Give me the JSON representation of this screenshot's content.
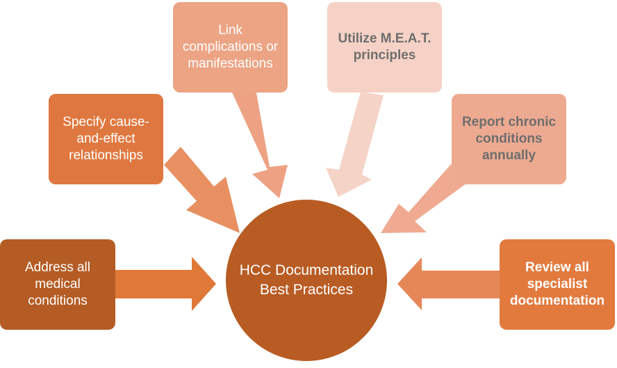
{
  "center": {
    "label": "HCC Documentation Best Practices",
    "color": "#B85C24"
  },
  "nodes": {
    "address": {
      "label": "Address all medical conditions",
      "fill": "#B45C24",
      "text_color": "#FFFFFF",
      "arrow_color": "#E07838"
    },
    "specify": {
      "label": "Specify cause-and-effect relationships",
      "fill": "#DF7840",
      "text_color": "#FFFFFF",
      "arrow_color": "#E89062"
    },
    "link": {
      "label": "Link complications or manifestations",
      "fill": "#ECA484",
      "text_color": "#FFFFFF",
      "arrow_color": "#EDA284"
    },
    "meat": {
      "label": "Utilize M.E.A.T. principles",
      "fill": "#F6D2C6",
      "text_color": "#6E6E6E",
      "arrow_color": "#F5D3C7"
    },
    "chronic": {
      "label": "Report chronic conditions annually",
      "fill": "#EDAA90",
      "text_color": "#6E6E6E",
      "arrow_color": "#EFAA91"
    },
    "review": {
      "label": "Review all specialist documentation",
      "fill": "#E27A3E",
      "text_color": "#FFFFFF",
      "arrow_color": "#E68758"
    }
  }
}
